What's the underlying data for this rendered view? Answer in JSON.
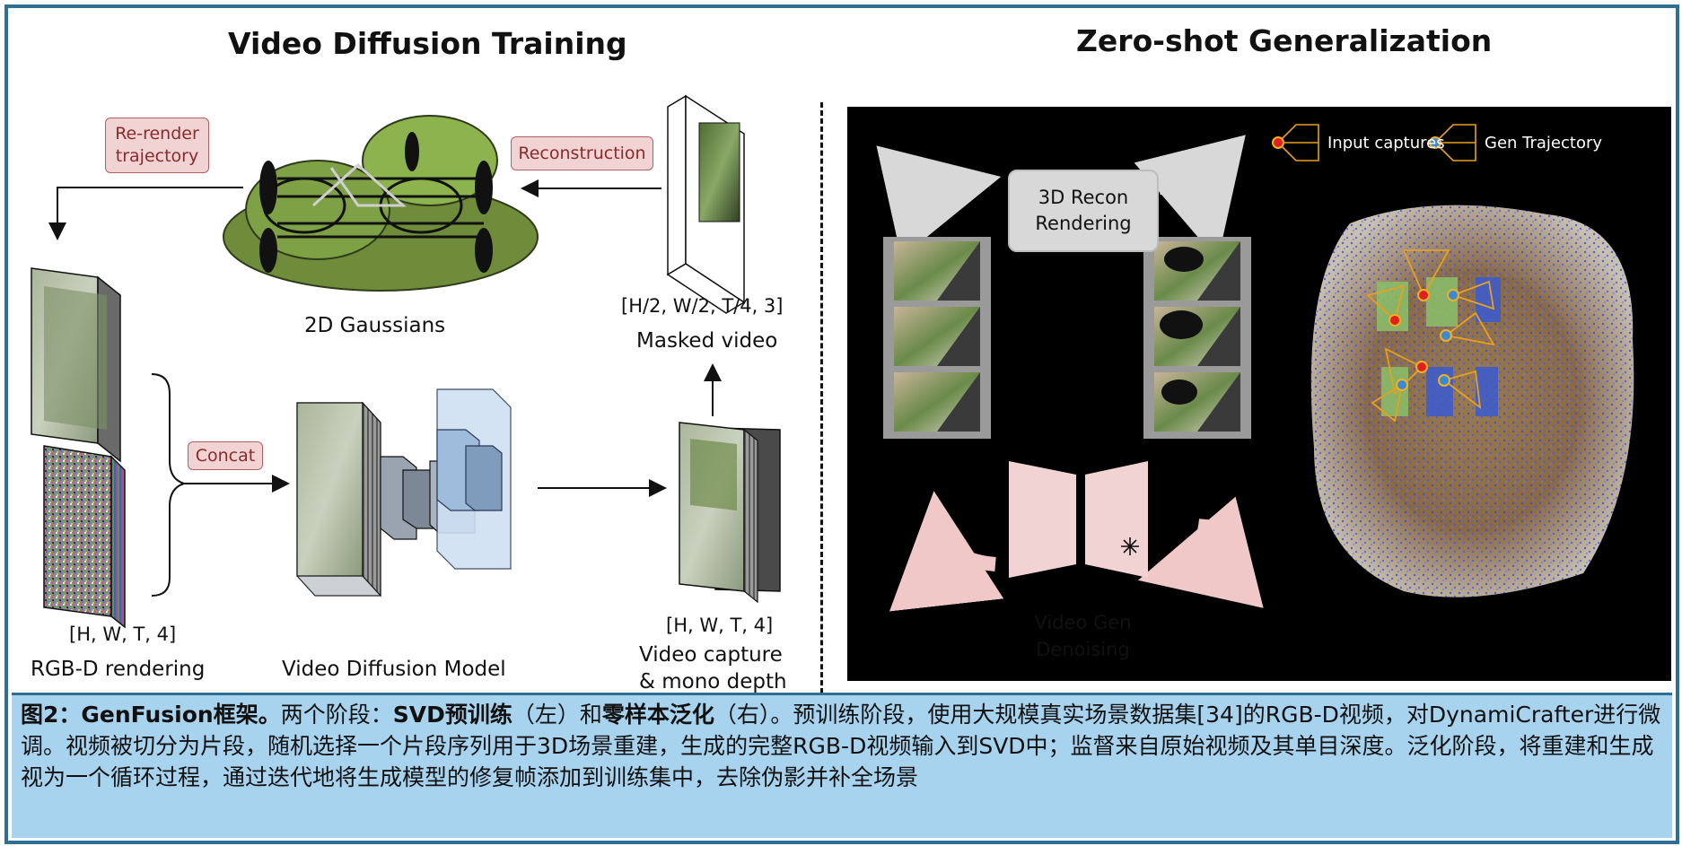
{
  "left": {
    "title": "Video Diffusion Training",
    "rerender_label": "Re-render trajectory",
    "reconstruction_label": "Reconstruction",
    "gaussians_label": "2D Gaussians",
    "masked_dim": "[H/2, W/2, T/4, 3]",
    "masked_label": "Masked video",
    "concat_label": "Concat",
    "rgbd_dim": "[H, W, T, 4]",
    "rgbd_label": "RGB-D rendering",
    "vdm_label": "Video Diffusion Model",
    "capture_dim": "[H, W, T, 4]",
    "capture_label_1": "Video capture",
    "capture_label_2": "& mono depth"
  },
  "right": {
    "title": "Zero-shot Generalization",
    "recon_line1": "3D Recon",
    "recon_line2": "Rendering",
    "gen_line1": "Video Gen",
    "gen_line2": "Denoising",
    "legend_input": "Input captures",
    "legend_gen": "Gen Trajectory"
  },
  "caption": {
    "b1": "图2：GenFusion框架。",
    "t1": "两个阶段：",
    "b2": "SVD预训练",
    "t2": "（左）和",
    "b3": "零样本泛化",
    "t3": "（右）。预训练阶段，使用大规模真实场景数据集[34]的RGB-D视频，对DynamiCrafter进行微调。视频被切分为片段，随机选择一个片段序列用于3D场景重建，生成的完整RGB-D视频输入到SVD中；监督来自原始视频及其单目深度。泛化阶段，将重建和生成视为一个循环过程，通过迭代地将生成模型的修复帧添加到训练集中，去除伪影并补全场景"
  },
  "colors": {
    "frame_border": "#2e6f93",
    "caption_bg": "#a8d3ee",
    "pill_bg": "#f2d3d3",
    "pill_text": "#8a2b2b",
    "input_marker": "#e02020",
    "gen_marker": "#3a8ad6",
    "trajectory_line": "#e8a020"
  },
  "icons": [
    "snowflake-icon",
    "arrow-icon",
    "film-strip-icon",
    "camera-frustum-icon"
  ]
}
